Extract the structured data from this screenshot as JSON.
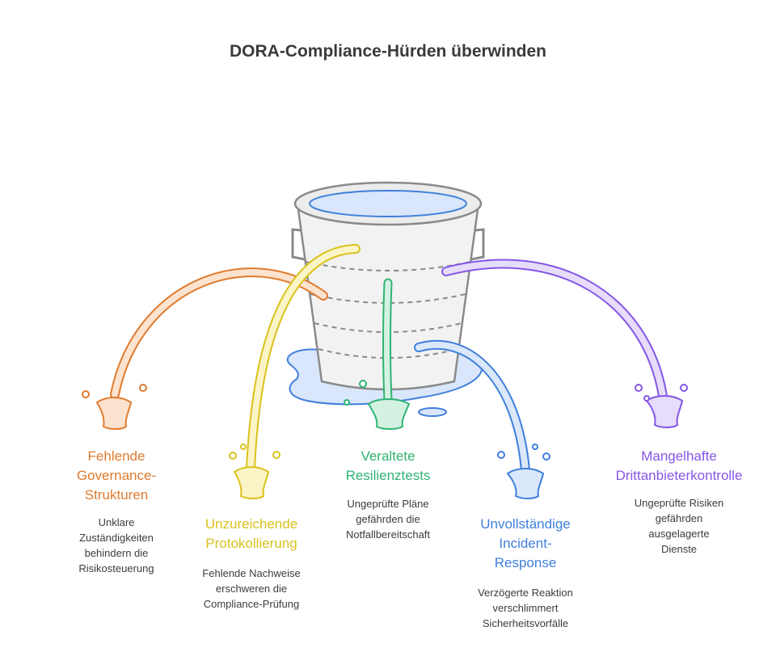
{
  "title": "DORA-Compliance-Hürden überwinden",
  "colors": {
    "orange": "#E07B2E",
    "yellow": "#D9C21C",
    "green": "#2FB374",
    "blue": "#3F7FDC",
    "purple": "#8457E6",
    "bucket_stroke": "#8a8a8a",
    "water": "#3F7FDC"
  },
  "icons": [
    "bucket-icon",
    "water-stream-icon",
    "splash-icon",
    "puddle-icon"
  ],
  "items": [
    {
      "heading": [
        "Fehlende",
        "Governance-",
        "Strukturen"
      ],
      "description": [
        "Unklare",
        "Zuständigkeiten",
        "behindern die",
        "Risikosteuerung"
      ]
    },
    {
      "heading": [
        "Unzureichende",
        "Protokollierung"
      ],
      "description": [
        "Fehlende Nachweise",
        "erschweren die",
        "Compliance-Prüfung"
      ]
    },
    {
      "heading": [
        "Veraltete",
        "Resilienztests"
      ],
      "description": [
        "Ungeprüfte Pläne",
        "gefährden die",
        "Notfallbereitschaft"
      ]
    },
    {
      "heading": [
        "Unvollständige",
        "Incident-",
        "Response"
      ],
      "description": [
        "Verzögerte Reaktion",
        "verschlimmert",
        "Sicherheitsvorfälle"
      ]
    },
    {
      "heading": [
        "Mangelhafte",
        "Drittanbieterkontrolle"
      ],
      "description": [
        "Ungeprüfte Risiken",
        "gefährden",
        "ausgelagerte",
        "Dienste"
      ]
    }
  ]
}
